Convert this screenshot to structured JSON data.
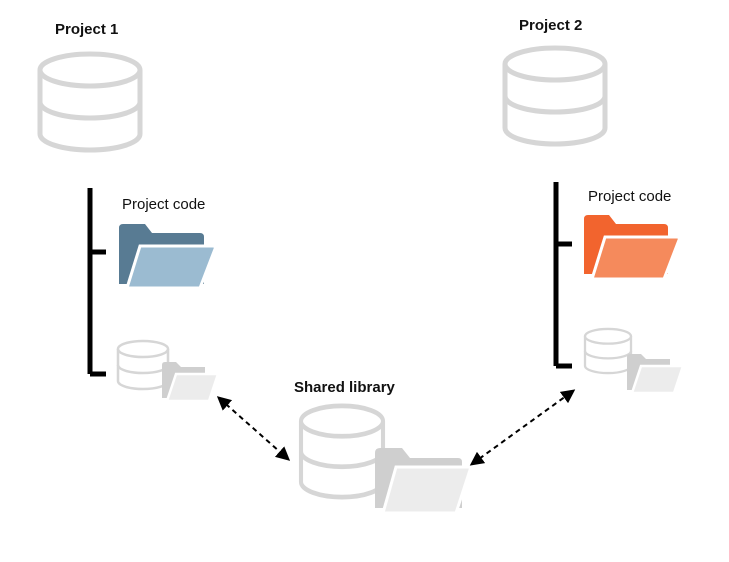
{
  "project1": {
    "title": "Project 1",
    "code_label": "Project code",
    "folder_back_color": "#587b93",
    "folder_front_color": "#9bbbd1"
  },
  "project2": {
    "title": "Project 2",
    "code_label": "Project code",
    "folder_back_color": "#f2642e",
    "folder_front_color": "#f58a5c"
  },
  "shared": {
    "title": "Shared library"
  },
  "colors": {
    "database_stroke": "#d6d6d6",
    "library_folder_back": "#cfcfcf",
    "library_folder_front": "#ececec",
    "bracket": "#000000"
  },
  "icons": {
    "database": "database-icon",
    "folder": "folder-icon",
    "arrow": "dashed-double-arrow"
  }
}
